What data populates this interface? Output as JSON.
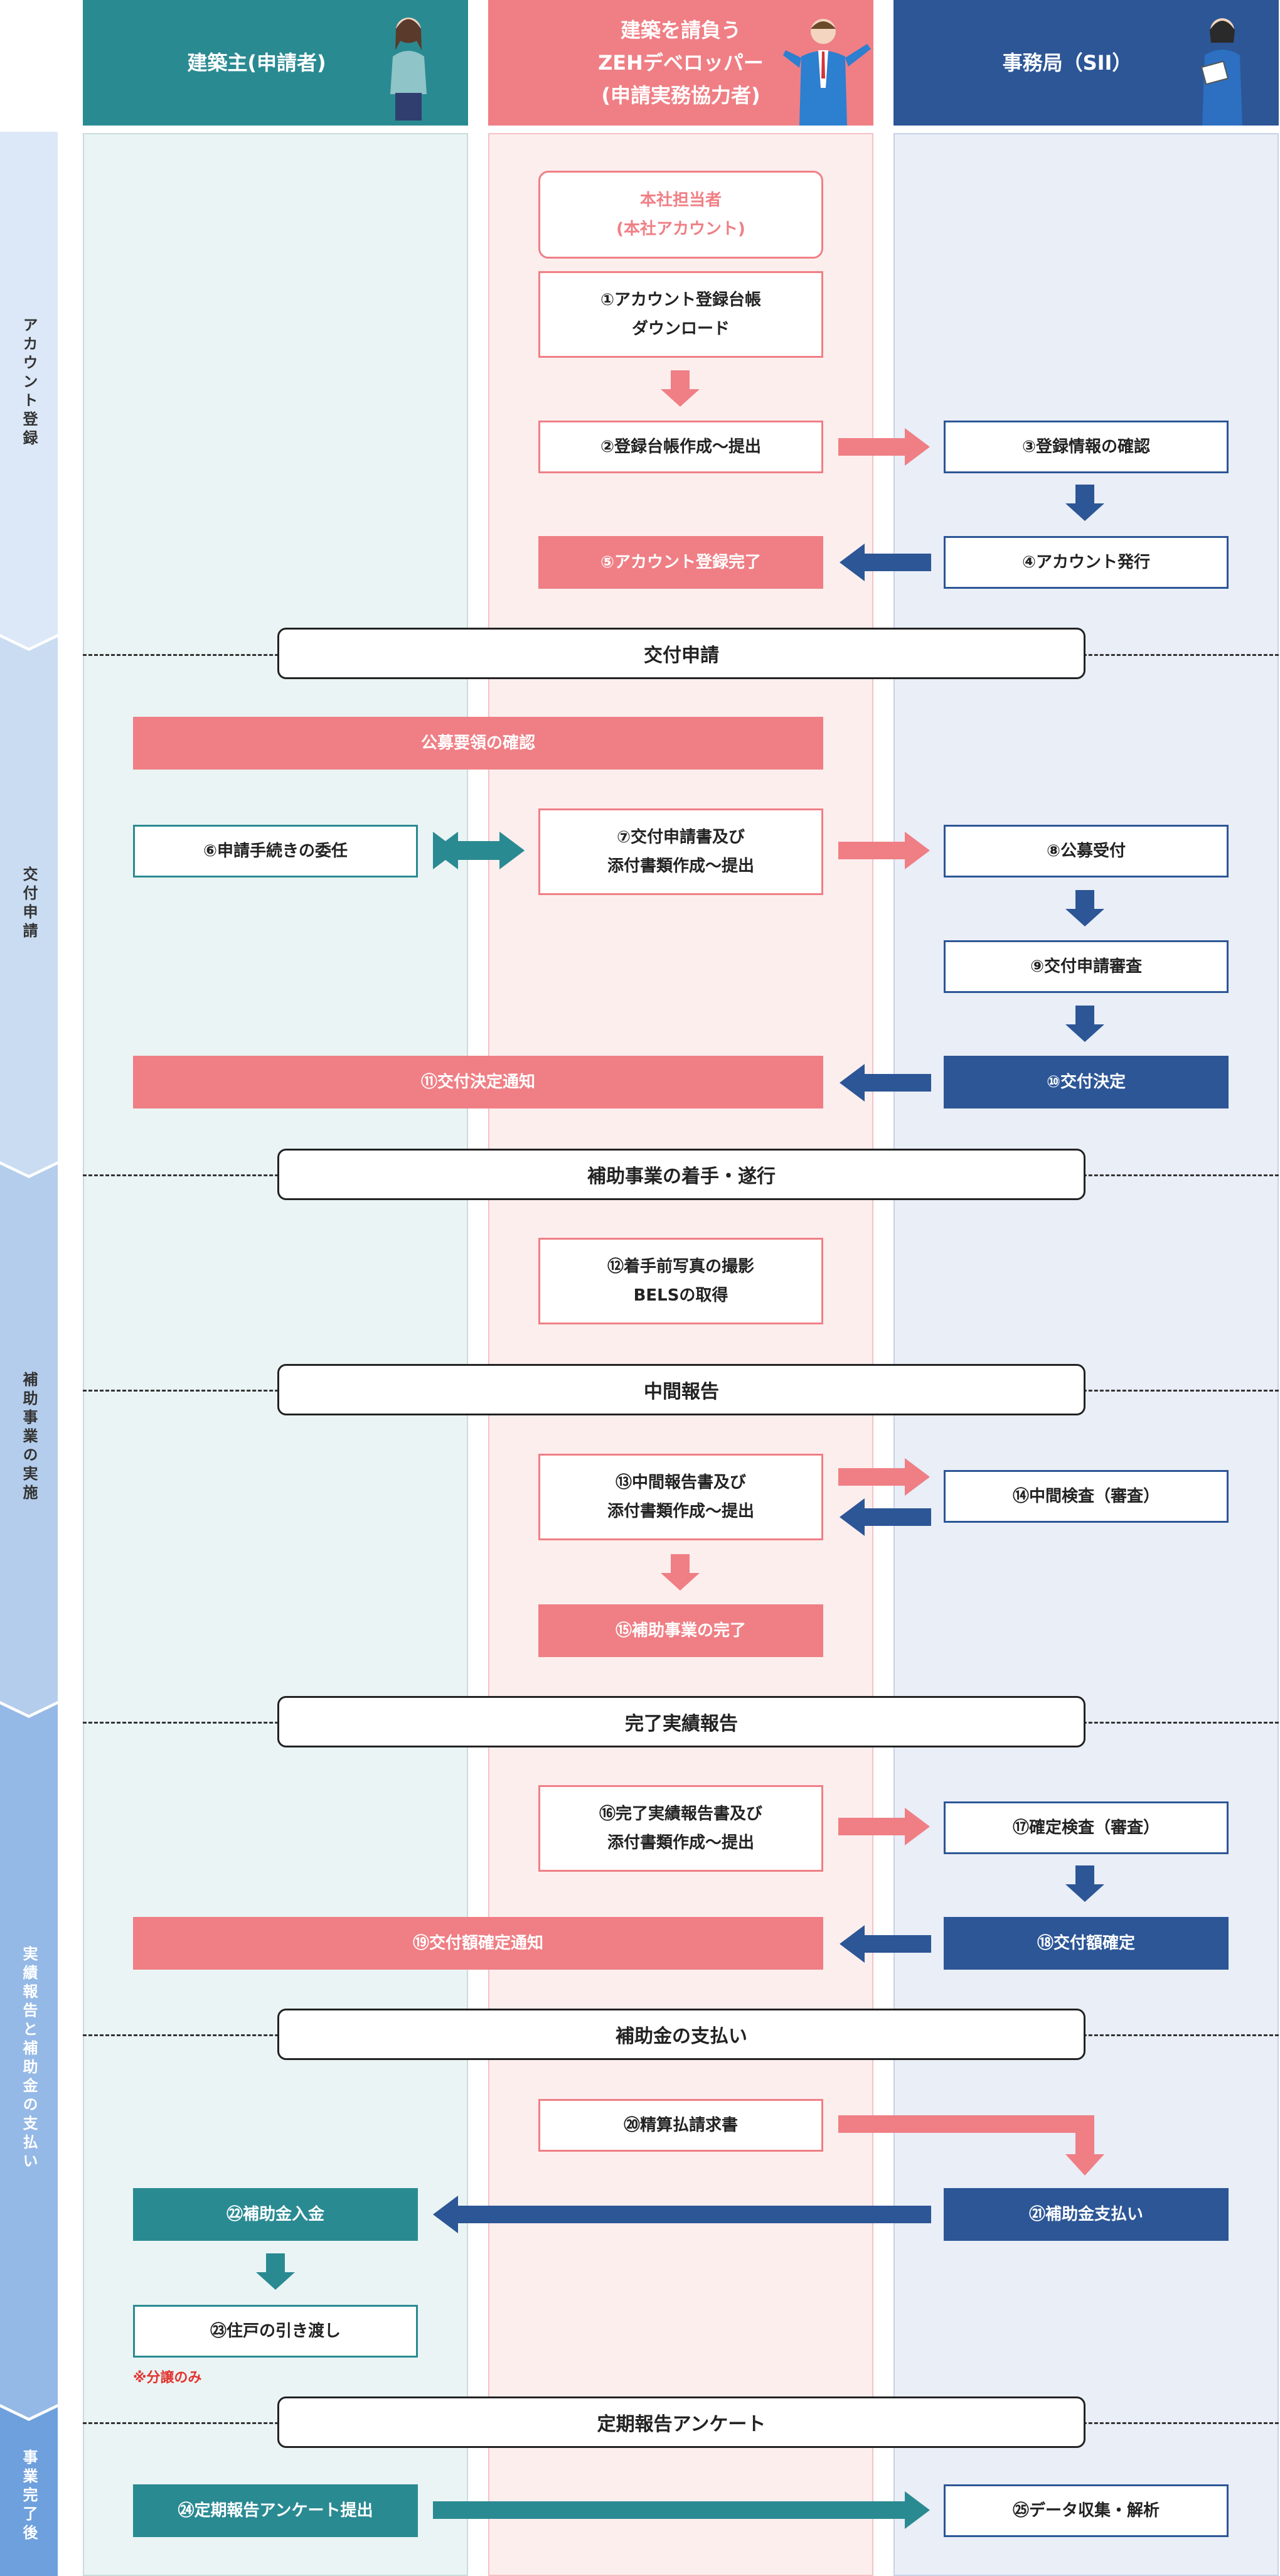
{
  "colors": {
    "teal": "#2a8a92",
    "pink": "#ef7f85",
    "blue": "#2c5696",
    "applicant_bg": "#eaf4f4",
    "developer_bg": "#fdeeee",
    "office_bg": "#e9eef7",
    "stage_bar": "#a9c6ea"
  },
  "columns": {
    "applicant": "建築主(申請者)",
    "developer": [
      "建築を請負う",
      "ZEHデベロッパー",
      "(申請実務協力者)"
    ],
    "office": "事務局（SII）"
  },
  "stages": [
    "アカウント登録",
    "交付申請",
    "補助事業の実施",
    "実績報告と補助金の支払い",
    "事業完了後"
  ],
  "phases": [
    "交付申請",
    "補助事業の着手・遂行",
    "中間報告",
    "完了実績報告",
    "補助金の支払い",
    "定期報告アンケート"
  ],
  "boxes": {
    "hq": [
      "本社担当者",
      "(本社アカウント)"
    ],
    "s1": [
      "①アカウント登録台帳",
      "ダウンロード"
    ],
    "s2": "②登録台帳作成〜提出",
    "s3": "③登録情報の確認",
    "s4": "④アカウント発行",
    "s5": "⑤アカウント登録完了",
    "guide": "公募要領の確認",
    "s6": "⑥申請手続きの委任",
    "s7": [
      "⑦交付申請書及び",
      "添付書類作成〜提出"
    ],
    "s8": "⑧公募受付",
    "s9": "⑨交付申請審査",
    "s10": "⑩交付決定",
    "s11": "⑪交付決定通知",
    "s12": [
      "⑫着手前写真の撮影",
      "BELSの取得"
    ],
    "s13": [
      "⑬中間報告書及び",
      "添付書類作成〜提出"
    ],
    "s14": "⑭中間検査（審査）",
    "s15": "⑮補助事業の完了",
    "s16": [
      "⑯完了実績報告書及び",
      "添付書類作成〜提出"
    ],
    "s17": "⑰確定検査（審査）",
    "s18": "⑱交付額確定",
    "s19": "⑲交付額確定通知",
    "s20": "⑳精算払請求書",
    "s21": "㉑補助金支払い",
    "s22": "㉒補助金入金",
    "s23": "㉓住戸の引き渡し",
    "note": "※分譲のみ",
    "s24": "㉔定期報告アンケート提出",
    "s25": "㉕データ収集・解析"
  }
}
